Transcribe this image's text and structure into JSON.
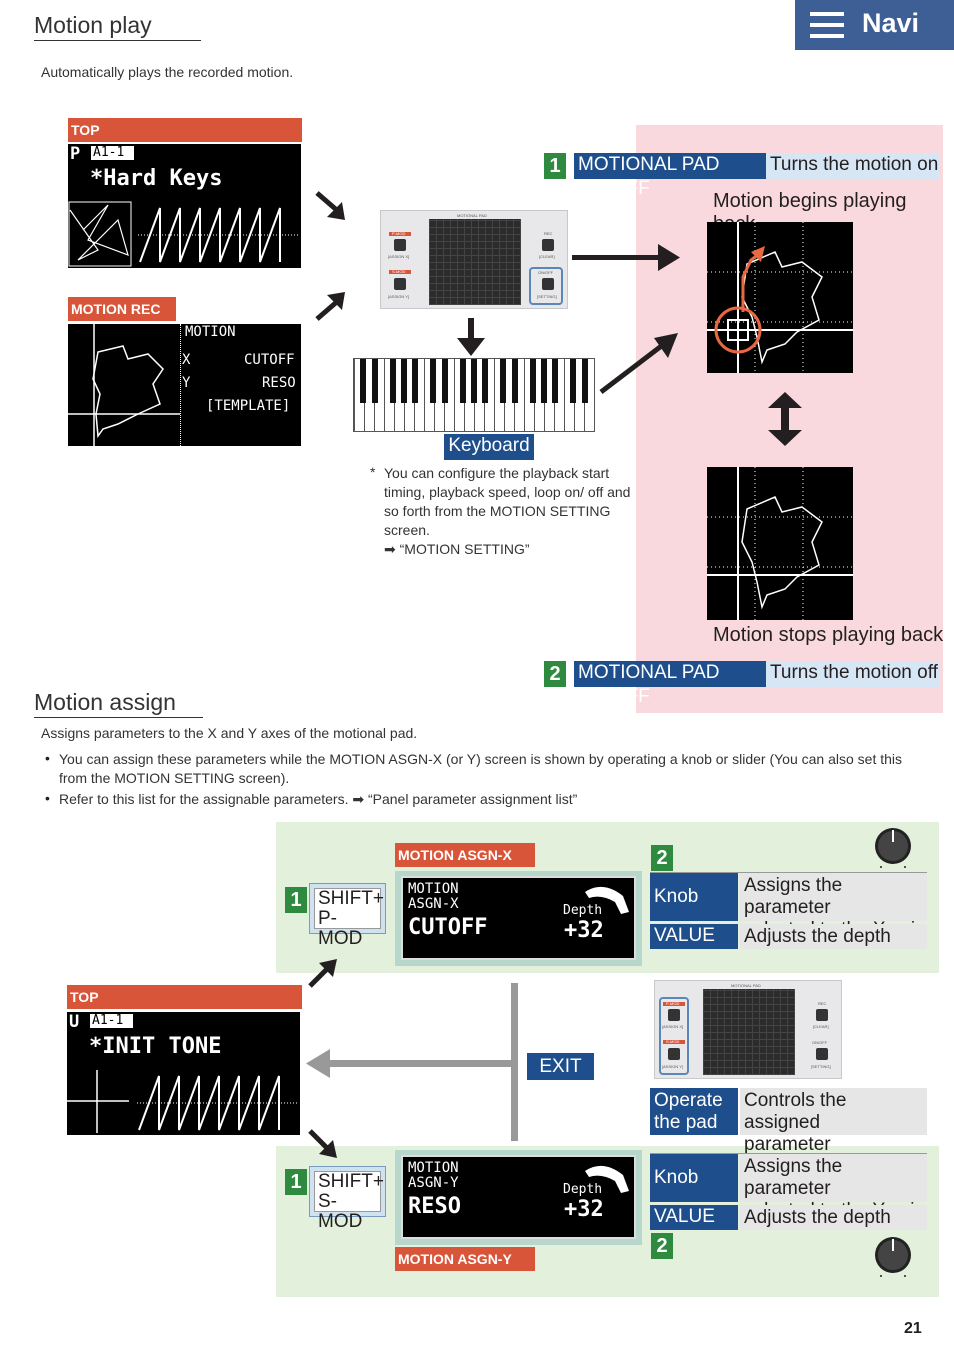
{
  "header": {
    "nav_label": "Navi",
    "page_number": "21"
  },
  "motion_play": {
    "title": "Motion play",
    "description": "Automatically plays the recorded motion.",
    "top_label": "TOP",
    "top_screen": {
      "line1": "P",
      "patch": "A1-1",
      "name": "*Hard Keys"
    },
    "rec_label": "MOTION REC",
    "rec_screen": {
      "title": "MOTION",
      "x_row": "X",
      "x_val": "CUTOFF",
      "y_row": "Y",
      "y_val": "RESO",
      "template": "[TEMPLATE]"
    },
    "pad_title": "MOTIONAL PAD",
    "pad_tags": {
      "pmod": "P-MOD",
      "assign_x": "[ASSIGN X]",
      "smod": "S-MOD",
      "assign_y": "[ASSIGN Y]",
      "rec": "REC",
      "clear": "[CLEAR]",
      "onoff": "ON/OFF",
      "setting": "[SETTING]"
    },
    "keyboard_label": "Keyboard",
    "note": "You can configure the playback start timing, playback speed, loop on/ off and so forth from the MOTION SETTING screen.",
    "note_asterisk": "*",
    "note_link": "➡ “MOTION SETTING”",
    "step1": {
      "num": "1",
      "button": "MOTIONAL PAD ON/OFF",
      "action": "Turns the motion on"
    },
    "begins": "Motion begins playing back",
    "stops": "Motion stops playing back",
    "step2": {
      "num": "2",
      "button": "MOTIONAL PAD ON/OFF",
      "action": "Turns the motion off"
    }
  },
  "motion_assign": {
    "title": "Motion assign",
    "description": "Assigns parameters to the X and Y axes of the motional pad.",
    "bullets": [
      "You can assign these parameters while the MOTION ASGN-X (or Y) screen is shown by operating a knob or slider (You can also set this from the MOTION SETTING screen).",
      "Refer to this list for the assignable parameters. ➡ “Panel parameter assignment list”"
    ],
    "bullet_mark": "•",
    "asgn_x_label": "MOTION ASGN-X",
    "asgn_x_screen": {
      "line1": "MOTION",
      "line2": "ASGN-X",
      "param": "CUTOFF",
      "depth_label": "Depth",
      "depth_val": "+32"
    },
    "asgn_y_label": "MOTION ASGN-Y",
    "asgn_y_screen": {
      "line1": "MOTION",
      "line2": "ASGN-Y",
      "param": "RESO",
      "depth_label": "Depth",
      "depth_val": "+32"
    },
    "shift_x": {
      "num": "1",
      "line1": "SHIFT+",
      "line2": "P-MOD"
    },
    "shift_y": {
      "num": "1",
      "line1": "SHIFT+",
      "line2": "S-MOD"
    },
    "top_label": "TOP",
    "top_screen": {
      "line1": "U",
      "patch": "A1-1",
      "name": "*INIT TONE"
    },
    "exit_label": "EXIT",
    "x_table": {
      "num": "2",
      "knob": "Knob",
      "knob_desc1": "Assigns the parameter",
      "knob_desc2": "selected to the X axis",
      "value": "VALUE",
      "value_desc": "Adjusts the depth"
    },
    "pad_row": {
      "op1": "Operate",
      "op2": "the pad",
      "desc1": "Controls the assigned",
      "desc2": "parameter"
    },
    "y_table": {
      "num": "2",
      "knob": "Knob",
      "knob_desc1": "Assigns the parameter",
      "knob_desc2": "selected to the Y axis",
      "value": "VALUE",
      "value_desc": "Adjusts the depth"
    }
  },
  "colors": {
    "navy": "#1e4f8c",
    "red_label": "#d9553a",
    "green_badge": "#2d8a3e",
    "pink_bg": "#f9d9de",
    "green_bg": "#e3f1dc"
  },
  "icons": [
    "menu-icon",
    "arrow-icon",
    "knob-icon",
    "double-arrow-icon"
  ]
}
